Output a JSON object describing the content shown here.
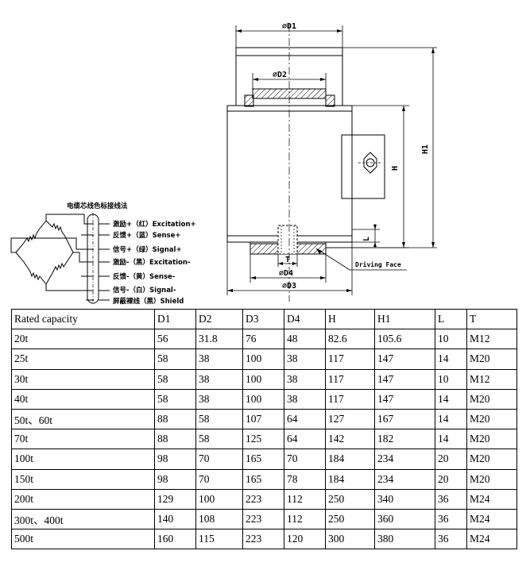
{
  "drawing": {
    "dim_labels": {
      "d1": "∅D1",
      "d2": "∅D2",
      "d3": "∅D3",
      "d4": "∅D4",
      "h": "H",
      "h1": "H1",
      "l": "L",
      "t": "T"
    },
    "driving_face": "Driving Face",
    "wiring_title": "电缆芯线色标接线法",
    "wires": [
      "激励+（红）Excitation+",
      "反馈+（蓝）Sense+",
      "信号+（绿）Signal+",
      "激励-（黑）Excitation-",
      "反馈-（黄）Sense-",
      "信号-（白）Signal-",
      "屏蔽裸线（黑）Shield"
    ]
  },
  "table": {
    "columns": [
      "Rated capacity",
      "D1",
      "D2",
      "D3",
      "D4",
      "H",
      "H1",
      "L",
      "T"
    ],
    "rows": [
      [
        "20t",
        "56",
        "31.8",
        "76",
        "48",
        "82.6",
        "105.6",
        "10",
        "M12"
      ],
      [
        "25t",
        "58",
        "38",
        "100",
        "38",
        "117",
        "147",
        "14",
        "M20"
      ],
      [
        "30t",
        "58",
        "38",
        "100",
        "38",
        "117",
        "147",
        "10",
        "M12"
      ],
      [
        "40t",
        "58",
        "38",
        "100",
        "38",
        "117",
        "147",
        "14",
        "M20"
      ],
      [
        "50t、60t",
        "88",
        "58",
        "107",
        "64",
        "127",
        "167",
        "14",
        "M20"
      ],
      [
        "70t",
        "88",
        "58",
        "125",
        "64",
        "142",
        "182",
        "14",
        "M20"
      ],
      [
        "100t",
        "98",
        "70",
        "165",
        "70",
        "184",
        "234",
        "20",
        "M20"
      ],
      [
        "150t",
        "98",
        "70",
        "165",
        "78",
        "184",
        "234",
        "20",
        "M20"
      ],
      [
        "200t",
        "129",
        "100",
        "223",
        "112",
        "250",
        "340",
        "36",
        "M24"
      ],
      [
        "300t、400t",
        "140",
        "108",
        "223",
        "112",
        "250",
        "360",
        "36",
        "M24"
      ],
      [
        "500t",
        "160",
        "115",
        "223",
        "120",
        "300",
        "380",
        "36",
        "M24"
      ]
    ]
  }
}
